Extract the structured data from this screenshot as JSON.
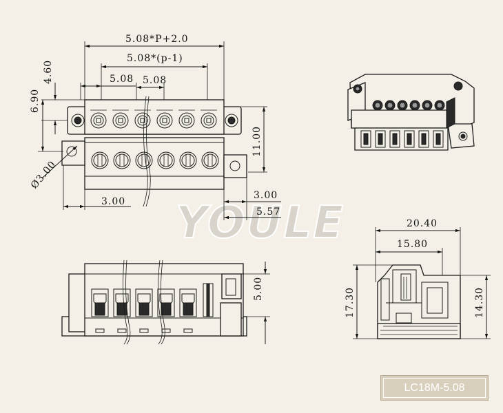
{
  "watermark": "YOULE",
  "model": "LC18M-5.08",
  "front_view": {
    "dim_total": "5.08*P+2.0",
    "dim_span": "5.08*(p-1)",
    "dim_pitch_1": "5.08",
    "dim_pitch_2": "5.08",
    "dim_4_60": "4.60",
    "dim_6_90": "6.90",
    "dim_11_00": "11.00",
    "dim_hole": "Ø3.00",
    "dim_3_00_left": "3.00",
    "dim_3_00_right": "3.00",
    "dim_5_57": "5.57",
    "positions": 6
  },
  "bottom_view": {
    "dim_5_00": "5.00"
  },
  "side_view": {
    "dim_20_40": "20.40",
    "dim_15_80": "15.80",
    "dim_17_30": "17.30",
    "dim_14_30": "14.30"
  }
}
